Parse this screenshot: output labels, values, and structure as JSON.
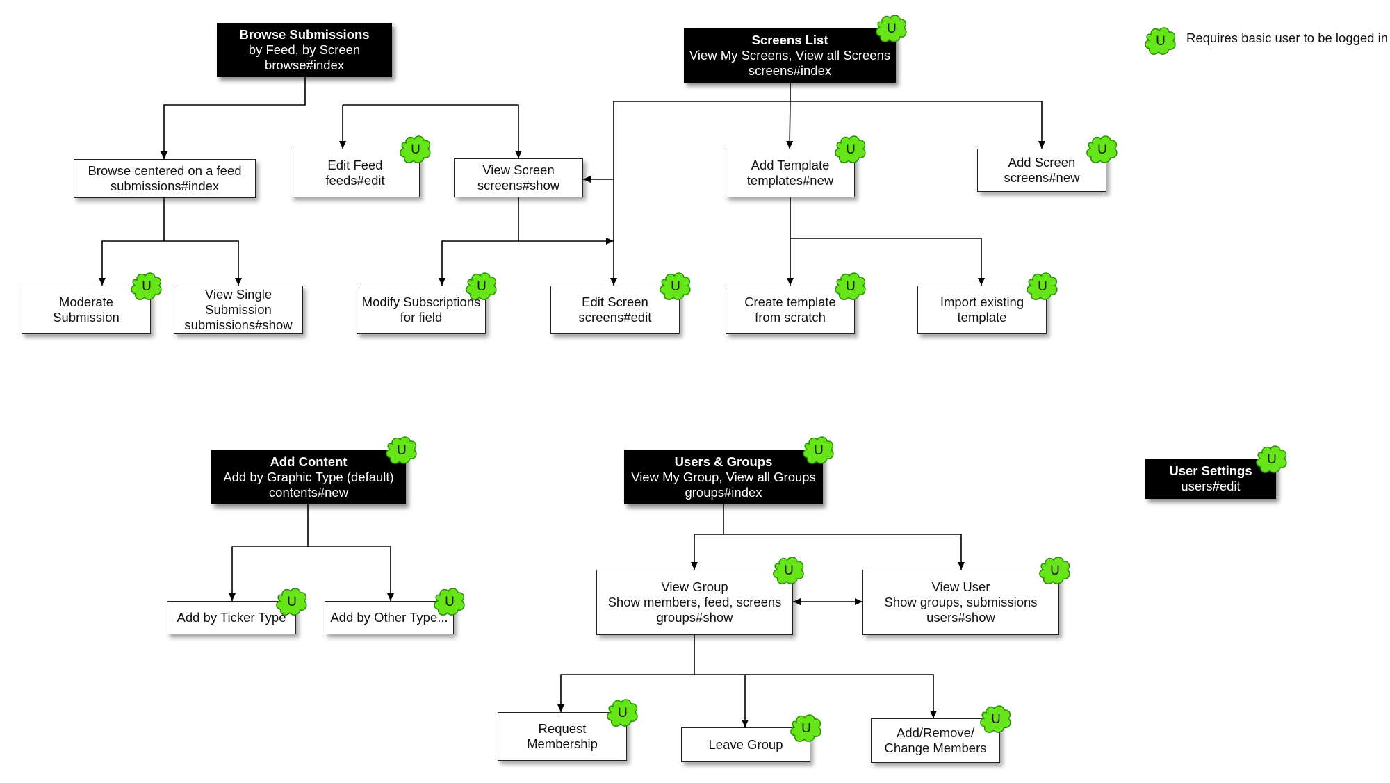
{
  "legend": {
    "badge_label": "U",
    "text": "Requires basic user to be logged in",
    "badge_color": "#66e619"
  },
  "colors": {
    "badge_fill": "#66e619",
    "badge_stroke": "#2a8a0c",
    "dark_node": "#000000",
    "light_node": "#ffffff",
    "line": "#000000"
  },
  "nodes": [
    {
      "id": "browse-submissions",
      "kind": "root",
      "lines": [
        "Browse Submissions",
        "by Feed, by Screen",
        "browse#index"
      ],
      "login_required": false
    },
    {
      "id": "browse-centered-feed",
      "kind": "page",
      "lines": [
        "Browse centered on a feed",
        "submissions#index"
      ],
      "login_required": false
    },
    {
      "id": "edit-feed",
      "kind": "page",
      "lines": [
        "Edit Feed",
        "feeds#edit"
      ],
      "login_required": true
    },
    {
      "id": "view-screen",
      "kind": "page",
      "lines": [
        "View Screen",
        "screens#show"
      ],
      "login_required": false
    },
    {
      "id": "moderate-submission",
      "kind": "page",
      "lines": [
        "Moderate",
        "Submission"
      ],
      "login_required": true
    },
    {
      "id": "view-single-submission",
      "kind": "page",
      "lines": [
        "View Single",
        "Submission",
        "submissions#show"
      ],
      "login_required": false
    },
    {
      "id": "screens-list",
      "kind": "root",
      "lines": [
        "Screens List",
        "View My Screens, View all Screens",
        "screens#index"
      ],
      "login_required": true
    },
    {
      "id": "add-template",
      "kind": "page",
      "lines": [
        "Add Template",
        "templates#new"
      ],
      "login_required": true
    },
    {
      "id": "add-screen",
      "kind": "page",
      "lines": [
        "Add Screen",
        "screens#new"
      ],
      "login_required": true
    },
    {
      "id": "modify-subscriptions",
      "kind": "page",
      "lines": [
        "Modify Subscriptions",
        "for field"
      ],
      "login_required": true
    },
    {
      "id": "edit-screen",
      "kind": "page",
      "lines": [
        "Edit Screen",
        "screens#edit"
      ],
      "login_required": true
    },
    {
      "id": "create-template",
      "kind": "page",
      "lines": [
        "Create template",
        "from scratch"
      ],
      "login_required": true
    },
    {
      "id": "import-template",
      "kind": "page",
      "lines": [
        "Import existing",
        "template"
      ],
      "login_required": true
    },
    {
      "id": "add-content",
      "kind": "root",
      "lines": [
        "Add Content",
        "Add by Graphic Type (default)",
        "contents#new"
      ],
      "login_required": true
    },
    {
      "id": "add-by-ticker",
      "kind": "page",
      "lines": [
        "Add by Ticker Type"
      ],
      "login_required": true
    },
    {
      "id": "add-by-other",
      "kind": "page",
      "lines": [
        "Add by Other Type..."
      ],
      "login_required": true
    },
    {
      "id": "users-groups",
      "kind": "root",
      "lines": [
        "Users & Groups",
        "View My Group, View all Groups",
        "groups#index"
      ],
      "login_required": true
    },
    {
      "id": "view-group",
      "kind": "page",
      "lines": [
        "View Group",
        "Show members, feed, screens",
        "groups#show"
      ],
      "login_required": true
    },
    {
      "id": "view-user",
      "kind": "page",
      "lines": [
        "View User",
        "Show groups, submissions",
        "users#show"
      ],
      "login_required": true
    },
    {
      "id": "request-membership",
      "kind": "page",
      "lines": [
        "Request",
        "Membership"
      ],
      "login_required": true
    },
    {
      "id": "leave-group",
      "kind": "page",
      "lines": [
        "Leave Group"
      ],
      "login_required": true
    },
    {
      "id": "change-members",
      "kind": "page",
      "lines": [
        "Add/Remove/",
        "Change Members"
      ],
      "login_required": true
    },
    {
      "id": "user-settings",
      "kind": "root",
      "lines": [
        "User Settings",
        "users#edit"
      ],
      "login_required": true
    }
  ],
  "edges": [
    {
      "from": "browse-submissions",
      "to": "browse-centered-feed",
      "direction": "forward"
    },
    {
      "from": "browse-submissions",
      "to": "edit-feed",
      "direction": "forward"
    },
    {
      "from": "browse-submissions",
      "to": "view-screen",
      "direction": "forward"
    },
    {
      "from": "browse-centered-feed",
      "to": "moderate-submission",
      "direction": "forward"
    },
    {
      "from": "browse-centered-feed",
      "to": "view-single-submission",
      "direction": "forward"
    },
    {
      "from": "screens-list",
      "to": "view-screen",
      "direction": "forward"
    },
    {
      "from": "screens-list",
      "to": "add-template",
      "direction": "forward"
    },
    {
      "from": "screens-list",
      "to": "add-screen",
      "direction": "forward"
    },
    {
      "from": "screens-list",
      "to": "edit-screen",
      "direction": "forward"
    },
    {
      "from": "view-screen",
      "to": "modify-subscriptions",
      "direction": "forward"
    },
    {
      "from": "view-screen",
      "to": "edit-screen",
      "direction": "forward"
    },
    {
      "from": "add-template",
      "to": "create-template",
      "direction": "forward"
    },
    {
      "from": "add-template",
      "to": "import-template",
      "direction": "forward"
    },
    {
      "from": "add-content",
      "to": "add-by-ticker",
      "direction": "forward"
    },
    {
      "from": "add-content",
      "to": "add-by-other",
      "direction": "forward"
    },
    {
      "from": "users-groups",
      "to": "view-group",
      "direction": "forward"
    },
    {
      "from": "users-groups",
      "to": "view-user",
      "direction": "forward"
    },
    {
      "from": "view-group",
      "to": "view-user",
      "direction": "both"
    },
    {
      "from": "view-group",
      "to": "request-membership",
      "direction": "forward"
    },
    {
      "from": "view-group",
      "to": "leave-group",
      "direction": "forward"
    },
    {
      "from": "view-group",
      "to": "change-members",
      "direction": "forward"
    }
  ]
}
